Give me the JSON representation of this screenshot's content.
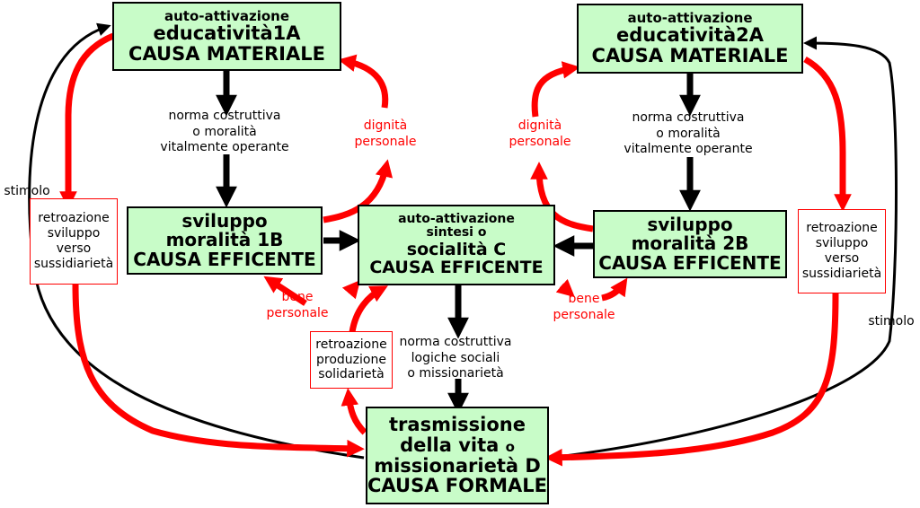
{
  "box_1a": {
    "line1": "auto-attivazione",
    "line2": "educatività1A",
    "line3": "CAUSA MATERIALE"
  },
  "box_2a": {
    "line1": "auto-attivazione",
    "line2": "educatività2A",
    "line3": "CAUSA MATERIALE"
  },
  "box_1b": {
    "line1": "sviluppo",
    "line2": "moralità 1B",
    "line3": "CAUSA EFFICENTE"
  },
  "box_2b": {
    "line1": "sviluppo",
    "line2": "moralità 2B",
    "line3": "CAUSA EFFICENTE"
  },
  "box_c": {
    "line1": "auto-attivazione",
    "line2": "sintesi o",
    "line3": "socialità C",
    "line4": "CAUSA EFFICENTE"
  },
  "box_d": {
    "line1": "trasmissione",
    "line2": "della vita",
    "line2_suffix": "o",
    "line3": "missionarietà D",
    "line4": "CAUSA FORMALE"
  },
  "feedback_left": [
    "retroazione",
    "sviluppo",
    "verso",
    "sussidiarietà"
  ],
  "feedback_right": [
    "retroazione",
    "sviluppo",
    "verso",
    "sussidiarietà"
  ],
  "feedback_center": [
    "retroazione",
    "produzione",
    "solidarietà"
  ],
  "norm_left": [
    "norma costruttiva",
    "o moralità",
    "vitalmente operante"
  ],
  "norm_right": [
    "norma costruttiva",
    "o moralità",
    "vitalmente operante"
  ],
  "norm_center": [
    "norma costruttiva",
    "logiche sociali",
    "o missionarietà"
  ],
  "dignity_left": [
    "dignità",
    "personale"
  ],
  "dignity_right": [
    "dignità",
    "personale"
  ],
  "good_left": [
    "bene",
    "personale"
  ],
  "good_right": [
    "bene",
    "personale"
  ],
  "stimulus_left": "stimolo",
  "stimulus_right": "stimolo",
  "colors": {
    "box_fill": "#c8fcc8",
    "red": "#ff0000",
    "black": "#000000"
  }
}
